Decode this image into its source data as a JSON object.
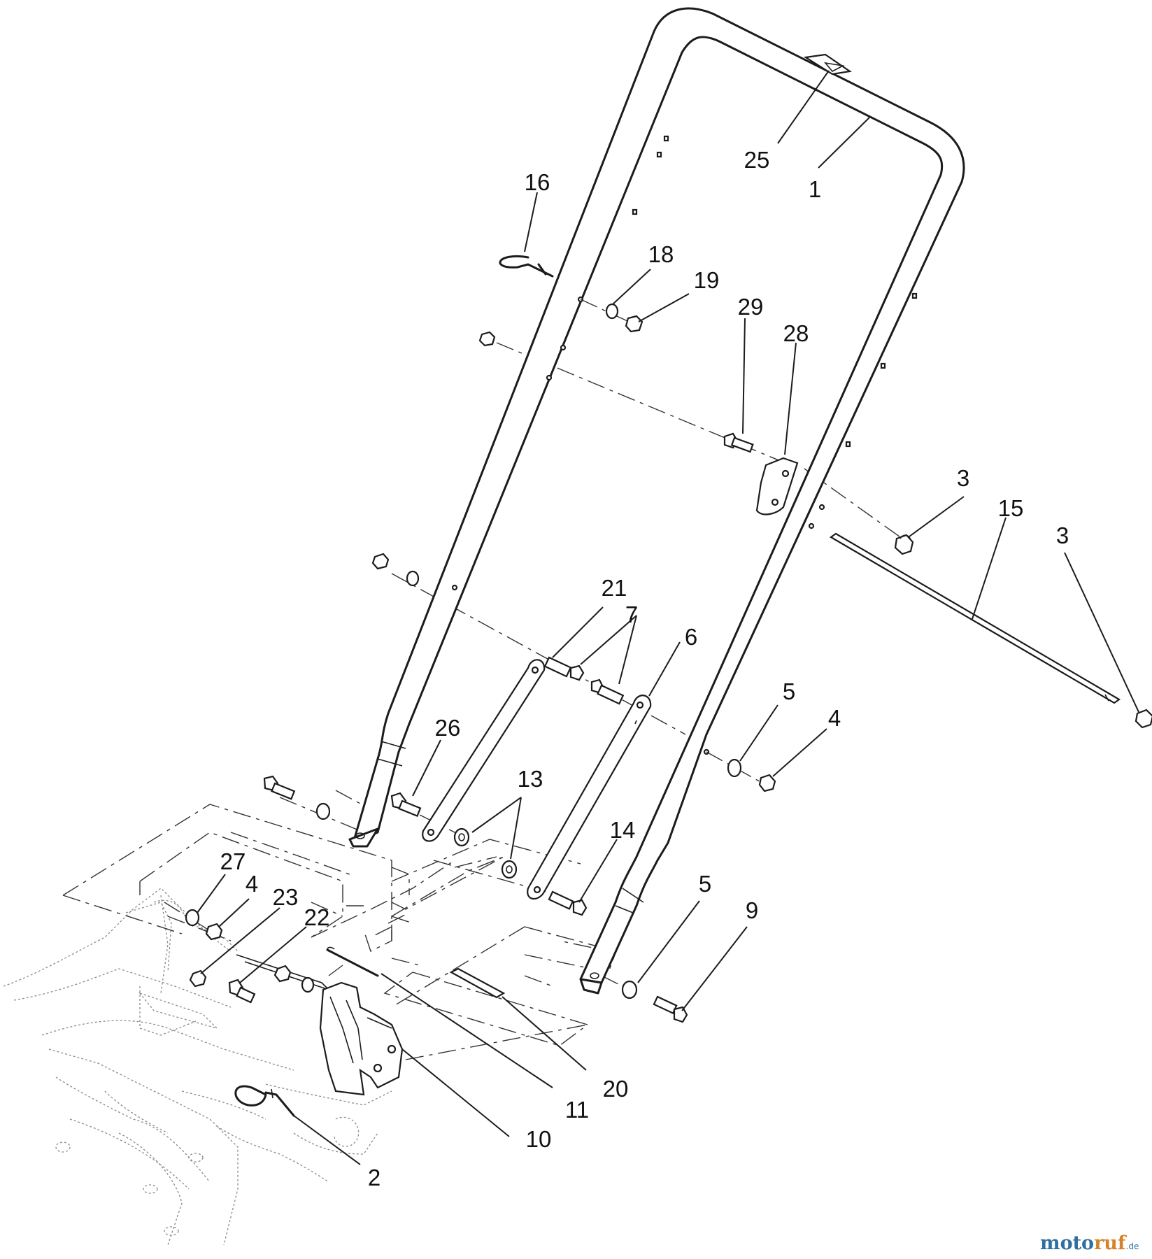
{
  "callouts": {
    "c1": "1",
    "c2": "2",
    "c3a": "3",
    "c3b": "3",
    "c4a": "4",
    "c4b": "4",
    "c5a": "5",
    "c5b": "5",
    "c6": "6",
    "c7": "7",
    "c9": "9",
    "c10": "10",
    "c11": "11",
    "c13": "13",
    "c14": "14",
    "c15": "15",
    "c16": "16",
    "c18": "18",
    "c19": "19",
    "c20": "20",
    "c21": "21",
    "c22": "22",
    "c23": "23",
    "c25": "25",
    "c26": "26",
    "c27": "27",
    "c28": "28",
    "c29": "29"
  },
  "watermark": {
    "part1": "moto",
    "part2": "ruf",
    "suffix": ".de"
  }
}
